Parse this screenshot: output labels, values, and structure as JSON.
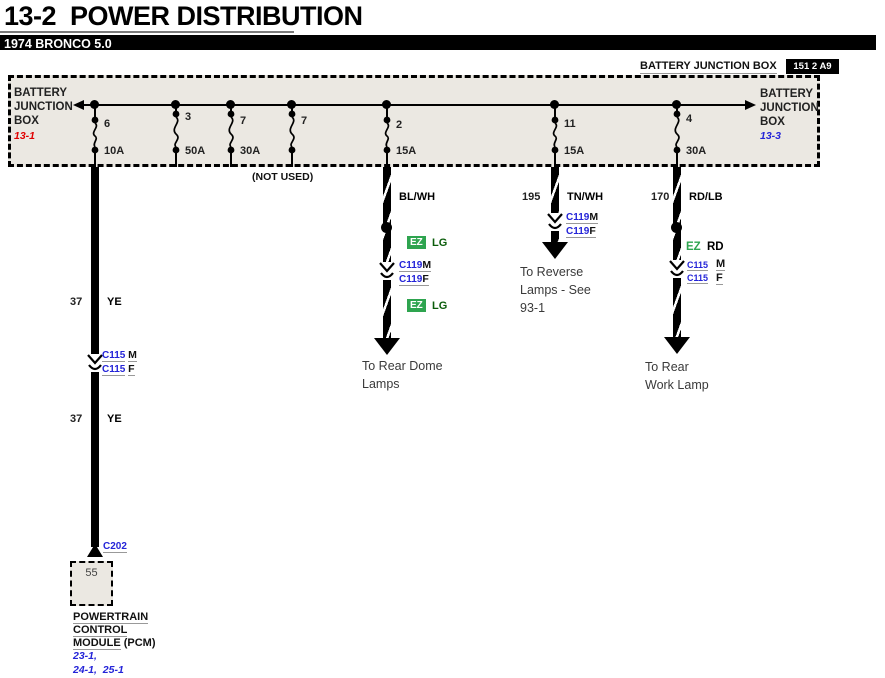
{
  "colors": {
    "link-blue": "#2424d8",
    "ref-red": "#e00000",
    "ez-green": "#2ea44f",
    "lg-green": "#0a5c0a",
    "box-fill": "#ebe8e2"
  },
  "header": {
    "section_title": "13-2  POWER DISTRIBUTION",
    "vehicle": "1974 BRONCO 5.0"
  },
  "bjb": {
    "label": "BATTERY JUNCTION BOX",
    "grid_ref": "151 2 A9",
    "left": {
      "line1": "BATTERY",
      "line2": "JUNCTION",
      "line3": "BOX",
      "page_ref": "13-1"
    },
    "right": {
      "line1": "BATTERY",
      "line2": "JUNCTION",
      "line3": "BOX",
      "page_ref": "13-3"
    },
    "not_used": "(NOT USED)",
    "fuses": [
      {
        "num": "6",
        "amp": "10A"
      },
      {
        "num": "3",
        "amp": "50A"
      },
      {
        "num": "7",
        "amp": "30A"
      },
      {
        "num": "7",
        "amp": ""
      },
      {
        "num": "2",
        "amp": "15A"
      },
      {
        "num": "11",
        "amp": "15A"
      },
      {
        "num": "4",
        "amp": "30A"
      }
    ]
  },
  "branches": {
    "pcm": {
      "circuit_num": "37",
      "wire_color": "YE",
      "connector": "C115",
      "male": "M",
      "female": "F",
      "circuit_num2": "37",
      "wire_color2": "YE",
      "connector2": "C202",
      "pin": "55",
      "component_line1": "POWERTRAIN",
      "component_line2": "CONTROL",
      "component_line3": "MODULE",
      "component_suffix": "(PCM)",
      "page_refs_line1": "23-1,",
      "page_refs_line2": "24-1,  25-1"
    },
    "dome": {
      "wire_color": "BL/WH",
      "takeout1_tag": "EZ",
      "takeout1_color": "LG",
      "connector": "C119",
      "male": "M",
      "female": "F",
      "takeout2_tag": "EZ",
      "takeout2_color": "LG",
      "dest_line1": "To Rear Dome",
      "dest_line2": "Lamps"
    },
    "reverse": {
      "circuit_num": "195",
      "wire_color": "TN/WH",
      "connector": "C119",
      "male": "M",
      "female": "F",
      "dest_line1": "To Reverse",
      "dest_line2": "Lamps - See",
      "dest_line3": "93-1"
    },
    "work": {
      "circuit_num": "170",
      "wire_color": "RD/LB",
      "takeout_tag": "EZ",
      "takeout_color": "RD",
      "connector": "C115",
      "male": "M",
      "female": "F",
      "dest_line1": "To Rear",
      "dest_line2": "Work Lamp"
    }
  }
}
